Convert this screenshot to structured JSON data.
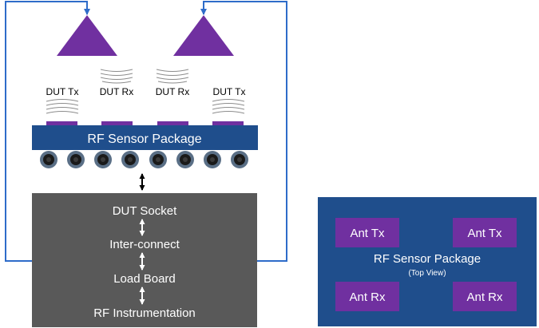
{
  "left_diagram": {
    "antenna_labels": [
      "DUT Tx",
      "DUT Rx",
      "DUT Rx",
      "DUT Tx"
    ],
    "package_label": "RF Sensor Package",
    "stack_labels": [
      "DUT Socket",
      "Inter-connect",
      "Load Board",
      "RF Instrumentation"
    ]
  },
  "top_view": {
    "title": "RF Sensor Package",
    "subtitle": "(Top View)",
    "antennas": [
      "Ant Tx",
      "Ant Tx",
      "Ant Rx",
      "Ant Rx"
    ]
  },
  "colors": {
    "blue": "#1f4e8c",
    "purple": "#7030a0",
    "gray": "#595959",
    "arrow_blue": "#2e6cc9"
  }
}
